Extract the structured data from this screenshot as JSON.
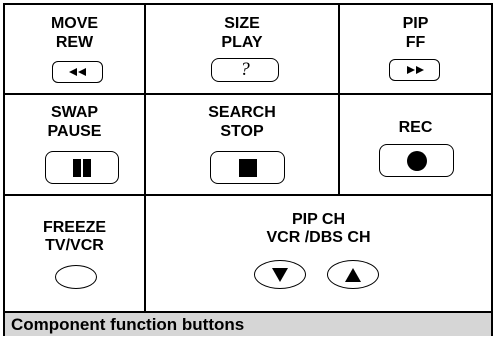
{
  "rows": [
    {
      "cells": [
        {
          "line1": "MOVE",
          "line2": "REW",
          "button_icon": "rewind-icon"
        },
        {
          "line1": "SIZE",
          "line2": "PLAY",
          "button_icon": "question-mark-icon",
          "button_text": "?"
        },
        {
          "line1": "PIP",
          "line2": "FF",
          "button_icon": "fast-forward-icon"
        }
      ]
    },
    {
      "cells": [
        {
          "line1": "SWAP",
          "line2": "PAUSE",
          "button_icon": "pause-icon"
        },
        {
          "line1": "SEARCH",
          "line2": "STOP",
          "button_icon": "stop-icon"
        },
        {
          "line1": "REC",
          "button_icon": "record-icon"
        }
      ]
    },
    {
      "cells": [
        {
          "line1": "FREEZE",
          "line2": "TV/VCR",
          "button_icon": "oval-blank-icon"
        },
        {
          "line1": "PIP CH",
          "line2": "VCR /DBS CH",
          "button_icons": [
            "triangle-down-icon",
            "triangle-up-icon"
          ]
        }
      ]
    }
  ],
  "caption": "Component function buttons",
  "colors": {
    "border": "#000000",
    "caption_background": "#d6d6d6"
  }
}
